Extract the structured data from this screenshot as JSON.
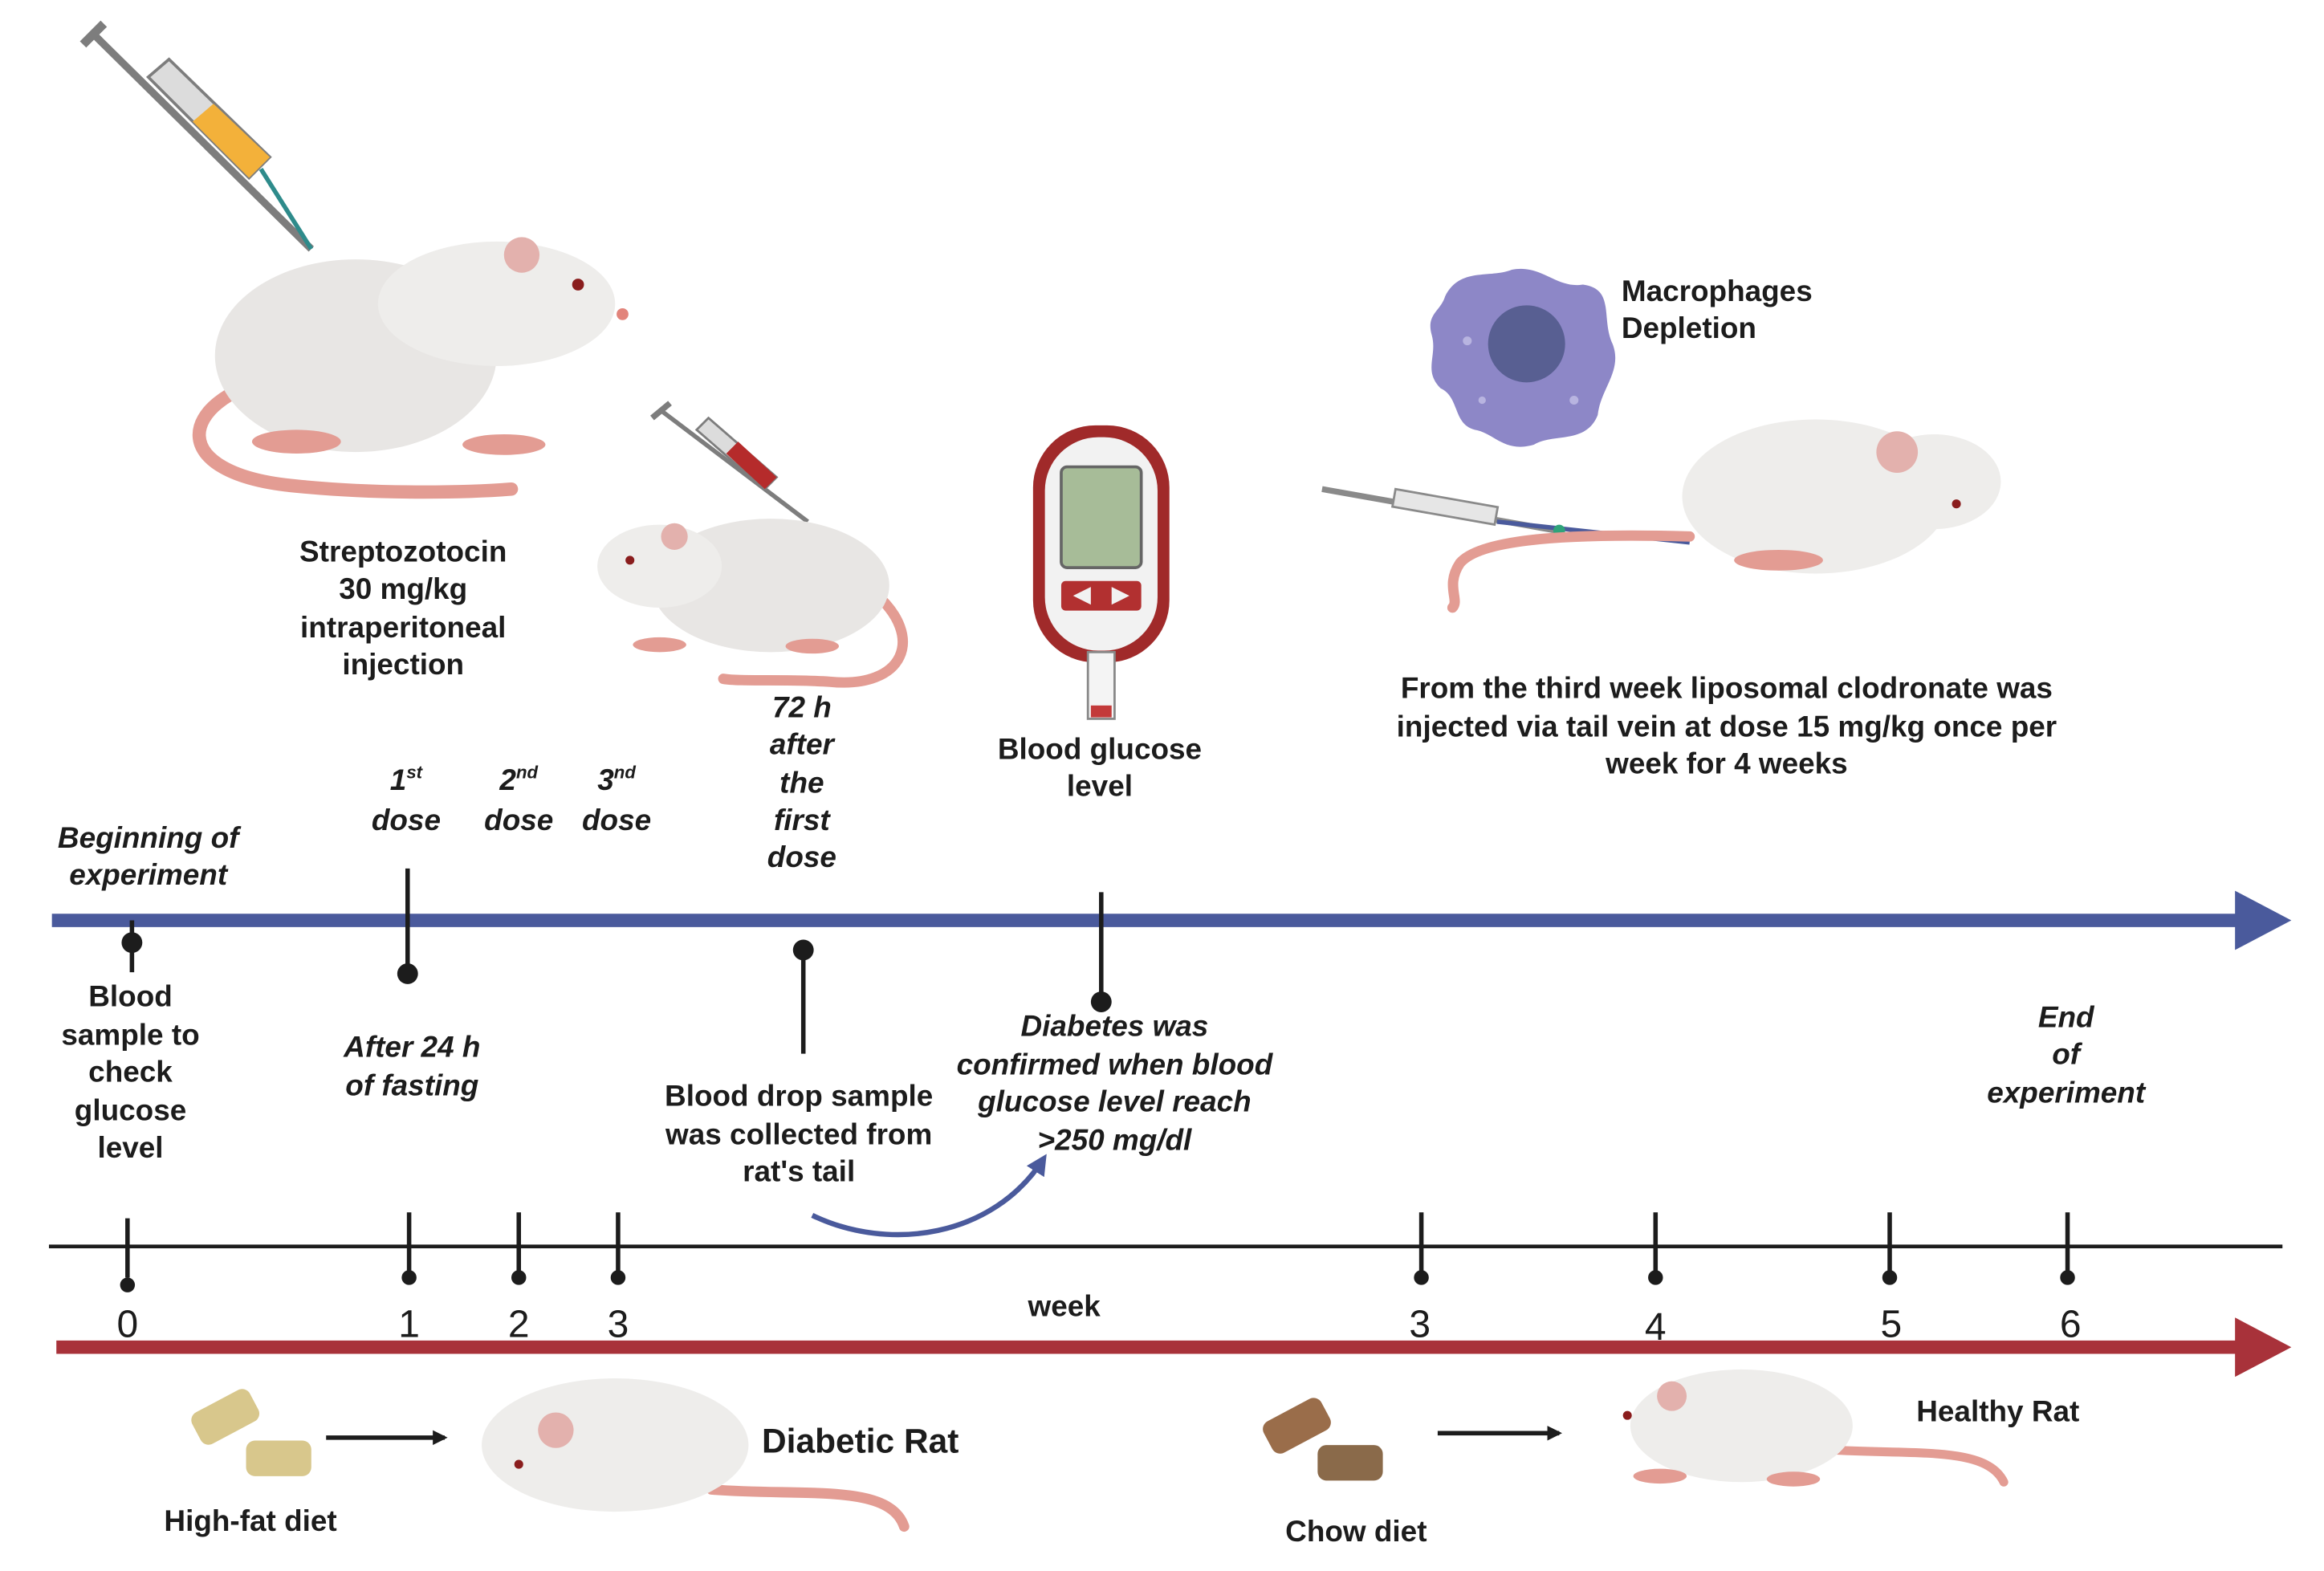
{
  "labels": {
    "stz_line1": "Streptozotocin",
    "stz_line2": "30 mg/kg",
    "stz_line3": "intraperitoneal",
    "stz_line4": "injection",
    "h72_line1": "72 h",
    "h72_line2": "after",
    "h72_line3": "the",
    "h72_line4": "first",
    "h72_line5": "dose",
    "glucometer_line1": "Blood glucose",
    "glucometer_line2": "level",
    "macro_line1": "Macrophages",
    "macro_line2": "Depletion",
    "clodro_line1": "From the third week liposomal clodronate was",
    "clodro_line2": "injected via tail vein at dose 15 mg/kg once per",
    "clodro_line3": "week for 4 weeks",
    "begin_line1": "Beginning of",
    "begin_line2": "experiment",
    "dose1_num": "1",
    "dose1_sup": "st",
    "dose2_num": "2",
    "dose2_sup": "nd",
    "dose3_num": "3",
    "dose3_sup": "nd",
    "dose_word": "dose",
    "blood_line1": "Blood",
    "blood_line2": "sample to",
    "blood_line3": "check",
    "blood_line4": "glucose",
    "blood_line5": "level",
    "fast_line1": "After 24 h",
    "fast_line2": "of fasting",
    "drop_line1": "Blood drop sample",
    "drop_line2": "was collected from",
    "drop_line3": "rat's tail",
    "diab_line1": "Diabetes was",
    "diab_line2": "confirmed when blood",
    "diab_line3": "glucose level reach",
    "diab_line4": ">250 mg/dl",
    "end_line1": "End",
    "end_line2": "of",
    "end_line3": "experiment",
    "week": "week",
    "ticks": [
      "0",
      "1",
      "2",
      "3",
      "3",
      "4",
      "5",
      "6"
    ],
    "hfd": "High-fat diet",
    "diabetic_rat": "Diabetic Rat",
    "chow": "Chow diet",
    "healthy_rat": "Healthy Rat"
  },
  "colors": {
    "blue_arrow": "#4a5a9c",
    "red_arrow": "#a8323a",
    "axis": "#1c1c1c",
    "macrophage": "#8d87c7",
    "syringe_orange": "#f3b13a",
    "syringe_red": "#b52b2b"
  },
  "icons": [
    "syringe-icon",
    "rat-icon",
    "glucometer-icon",
    "macrophage-icon",
    "food-pellet-icon"
  ]
}
